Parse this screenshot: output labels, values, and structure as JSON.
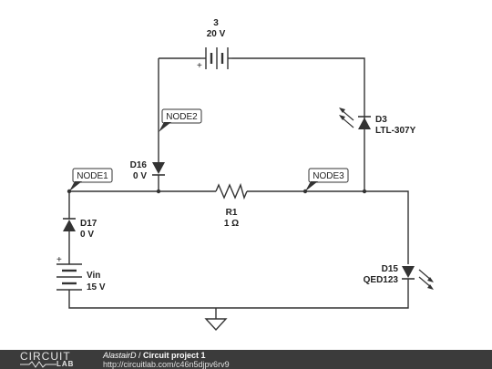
{
  "components": {
    "battery3": {
      "name": "3",
      "value": "20 V"
    },
    "d16": {
      "name": "D16",
      "value": "0 V"
    },
    "d3": {
      "name": "D3",
      "value": "LTL-307Y"
    },
    "r1": {
      "name": "R1",
      "value": "1 Ω"
    },
    "d17": {
      "name": "D17",
      "value": "0 V"
    },
    "vin": {
      "name": "Vin",
      "value": "15 V"
    },
    "d15": {
      "name": "D15",
      "value": "QED123"
    }
  },
  "nodes": {
    "node1": "NODE1",
    "node2": "NODE2",
    "node3": "NODE3"
  },
  "polarity": {
    "plus": "+"
  },
  "footer": {
    "logo_top": "CIRCUIT",
    "logo_bottom": "LAB",
    "author": "AlastairD",
    "separator": " / ",
    "project": "Circuit project 1",
    "url": "http://circuitlab.com/c46n5djpv6rv9"
  }
}
